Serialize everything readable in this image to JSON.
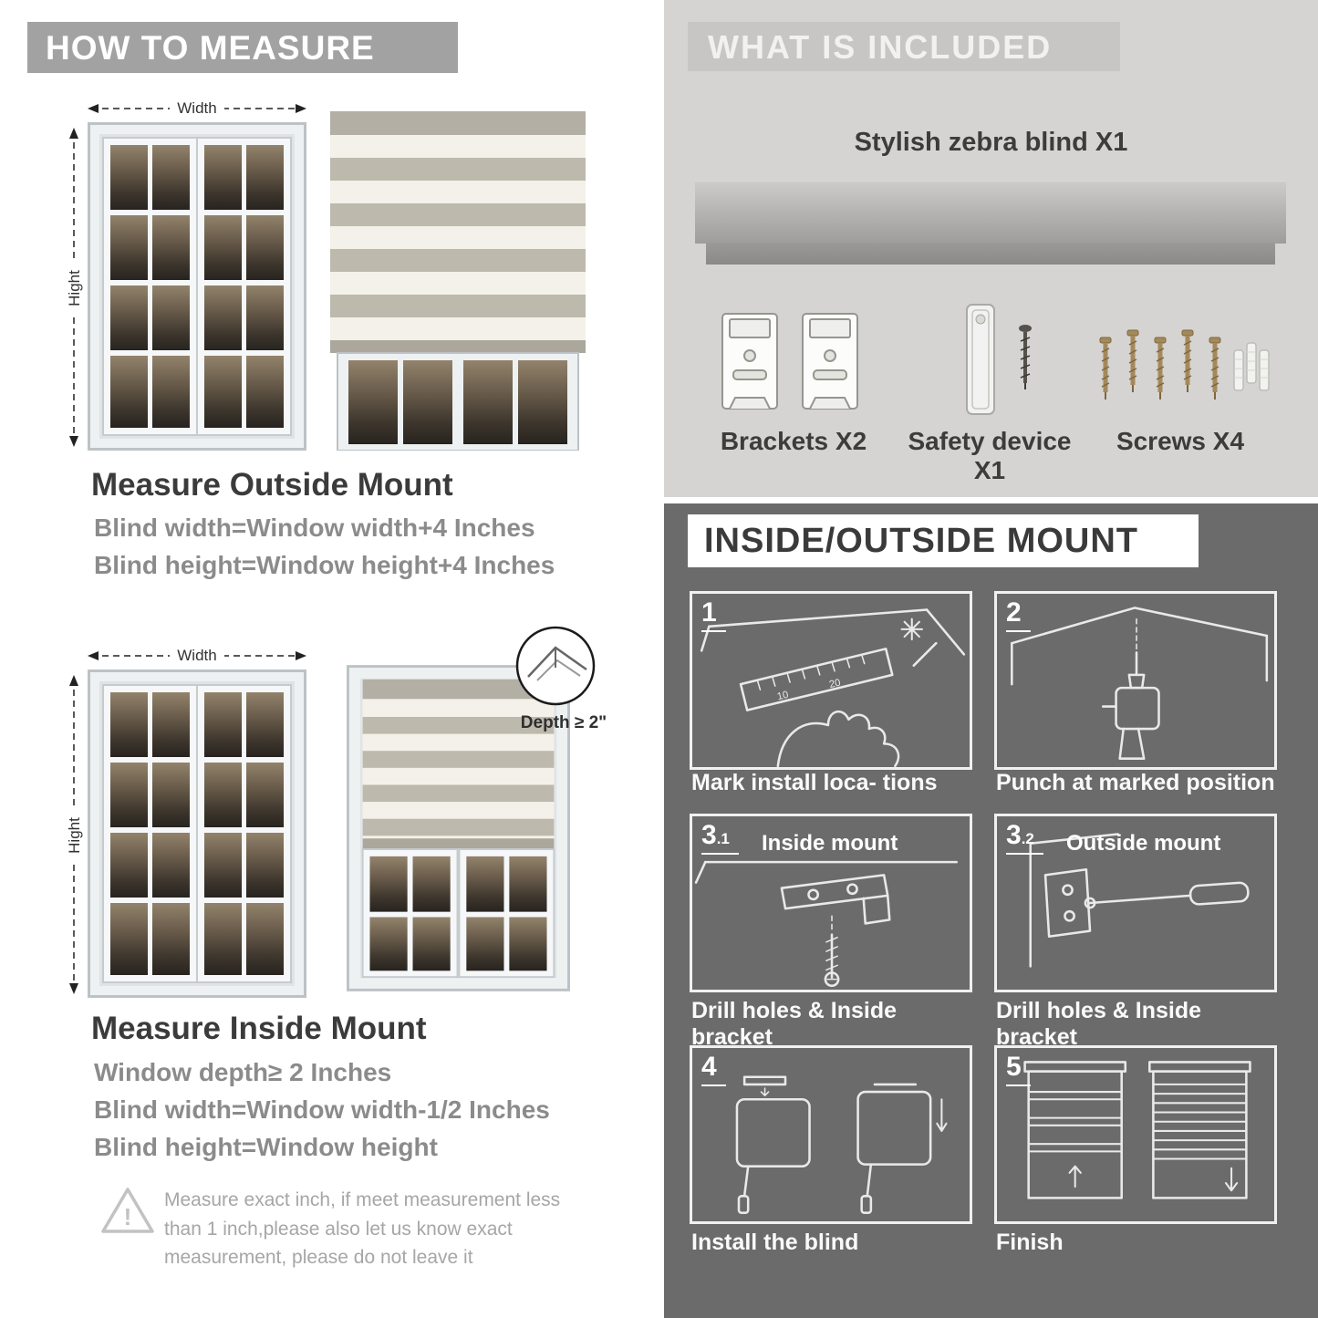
{
  "colors": {
    "left_banner": "#a2a2a2",
    "included_bg": "#d5d4d2",
    "included_banner": "#c7c6c4",
    "mount_bg": "#6b6b6b",
    "heading_text": "#3b3b3b",
    "formula_text": "#8b8b8b",
    "stripe_gray": "#bdb9ad",
    "stripe_light": "#f3f1e9"
  },
  "left": {
    "header": "HOW TO MEASURE",
    "outside": {
      "width_label": "Width",
      "height_label": "Hight",
      "title": "Measure Outside Mount",
      "lines": [
        "Blind width=Window width+4 Inches",
        "Blind height=Window height+4 Inches"
      ]
    },
    "inside": {
      "width_label": "Width",
      "height_label": "Hight",
      "depth_label": "Depth ≥ 2\"",
      "title": "Measure Inside Mount",
      "lines": [
        "Window depth≥ 2 Inches",
        "Blind width=Window width-1/2 Inches",
        "Blind height=Window height"
      ]
    },
    "note_icon": "warning-triangle",
    "note": "Measure exact inch, if meet measurement less than 1 inch,please also let us know exact measurement, please do not leave it"
  },
  "included": {
    "header": "WHAT IS INCLUDED",
    "blind_label": "Stylish zebra blind X1",
    "items": [
      {
        "label": "Brackets X2",
        "icon": "bracket-icon"
      },
      {
        "label": "Safety device X1",
        "icon": "safety-device-icon"
      },
      {
        "label": "Screws X4",
        "icon": "screws-icon"
      }
    ]
  },
  "mount": {
    "header": "INSIDE/OUTSIDE MOUNT",
    "steps": [
      {
        "num": "1",
        "caption": "Mark install loca- tions"
      },
      {
        "num": "2",
        "caption": "Punch at  marked position"
      },
      {
        "num": "3",
        "sub": ".1",
        "title": "Inside mount",
        "caption": "Drill holes &  Inside bracket"
      },
      {
        "num": "3",
        "sub": ".2",
        "title": "Outside mount",
        "caption": "Drill holes &  Inside bracket"
      },
      {
        "num": "4",
        "caption": "Install the blind"
      },
      {
        "num": "5",
        "caption": "Finish"
      }
    ]
  }
}
